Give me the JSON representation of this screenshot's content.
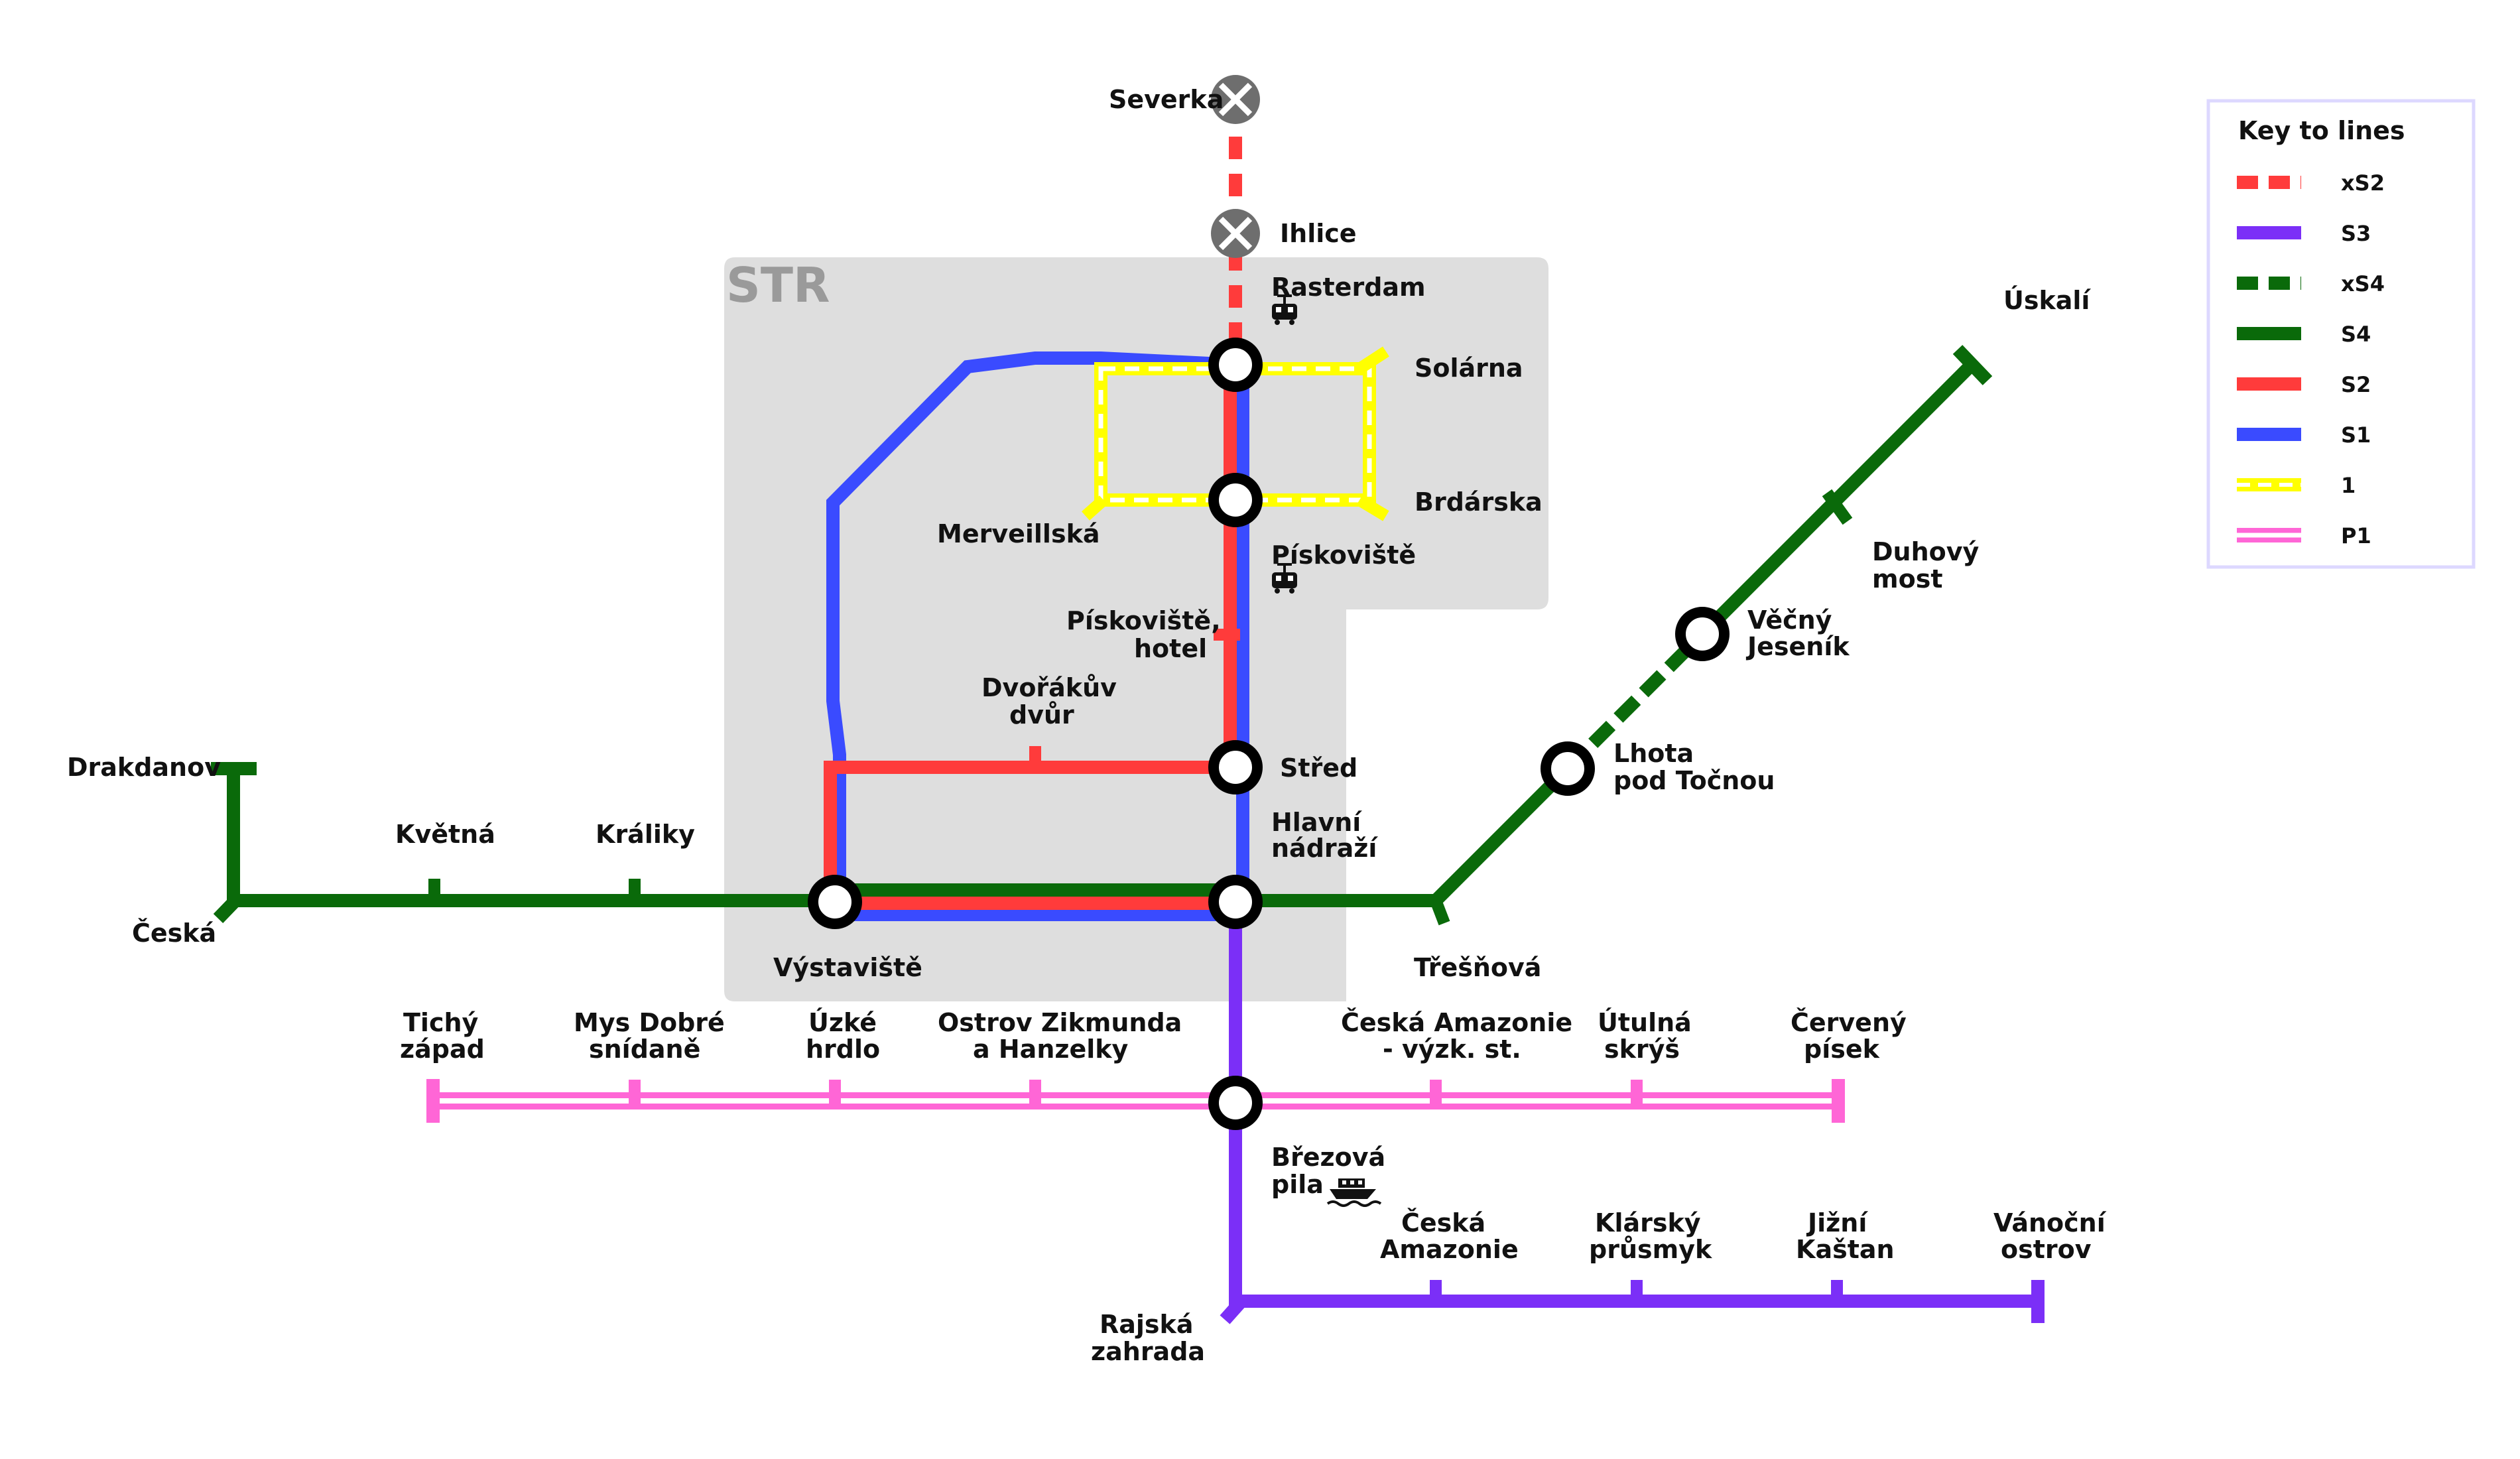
{
  "colors": {
    "xS2": "#ff3b3b",
    "S3": "#7b2ff7",
    "xS4": "#0a6a0a",
    "S4": "#0a6a0a",
    "S2": "#ff3b3b",
    "S1": "#3a4bff",
    "line1": "#ffff00",
    "P1": "#ff66d6",
    "zone": "#dedede",
    "closed": "#6e6e6e"
  },
  "zone": {
    "label": "STR"
  },
  "stations": {
    "severka": "Severka",
    "ihlice": "Ihlice",
    "rasterdam": "Rasterdam",
    "solarna": "Solárna",
    "brdarska": "Brdárska",
    "merveillska": "Merveillská",
    "piskoviste": "Pískoviště",
    "piskoviste_hotel_1": "Pískoviště,",
    "piskoviste_hotel_2": "hotel",
    "dvorakuv_1": "Dvořákův",
    "dvorakuv_2": "dvůr",
    "stred": "Střed",
    "hlavni_1": "Hlavní",
    "hlavni_2": "nádraží",
    "drakdanov": "Drakdanov",
    "kvetna": "Květná",
    "kraliky": "Králiky",
    "ceska": "Česká",
    "vystaviste": "Výstaviště",
    "tresnova": "Třešňová",
    "lhota_1": "Lhota",
    "lhota_2": "pod Točnou",
    "vecny_1": "Věčný",
    "vecny_2": "Jeseník",
    "duhovy_1": "Duhový",
    "duhovy_2": "most",
    "uskali": "Úskalí",
    "tichy_1": "Tichý",
    "tichy_2": "západ",
    "mys_1": "Mys Dobré",
    "mys_2": "snídaně",
    "uzke_1": "Úzké",
    "uzke_2": "hrdlo",
    "ostrov_1": "Ostrov Zikmunda",
    "ostrov_2": "a Hanzelky",
    "ceska_am_vyzk_1": "Česká Amazonie",
    "ceska_am_vyzk_2": "- výzk. st.",
    "utulna_1": "Útulná",
    "utulna_2": "skrýš",
    "cerveny_1": "Červený",
    "cerveny_2": "písek",
    "brezova_1": "Březová",
    "brezova_2": "pila",
    "ceska_am_1": "Česká",
    "ceska_am_2": "Amazonie",
    "klarsky_1": "Klárský",
    "klarsky_2": "průsmyk",
    "jizni_1": "Jižní",
    "jizni_2": "Kaštan",
    "vanocni_1": "Vánoční",
    "vanocni_2": "ostrov",
    "rajska_1": "Rajská",
    "rajska_2": "zahrada"
  },
  "legend": {
    "title": "Key to lines",
    "items": [
      {
        "label": "xS2",
        "style": "dashed",
        "color": "#ff3b3b"
      },
      {
        "label": "S3",
        "style": "solid",
        "color": "#7b2ff7"
      },
      {
        "label": "xS4",
        "style": "dashed",
        "color": "#0a6a0a"
      },
      {
        "label": "S4",
        "style": "solid",
        "color": "#0a6a0a"
      },
      {
        "label": "S2",
        "style": "solid",
        "color": "#ff3b3b"
      },
      {
        "label": "S1",
        "style": "solid",
        "color": "#3a4bff"
      },
      {
        "label": "1",
        "style": "tram",
        "color": "#ffff00"
      },
      {
        "label": "P1",
        "style": "double",
        "color": "#ff66d6"
      }
    ]
  },
  "icons": {
    "tram_rasterdam": "tram-icon",
    "tram_piskoviste": "tram-icon",
    "boat_brezova": "boat-icon",
    "closed_station": "closed-station-icon"
  }
}
